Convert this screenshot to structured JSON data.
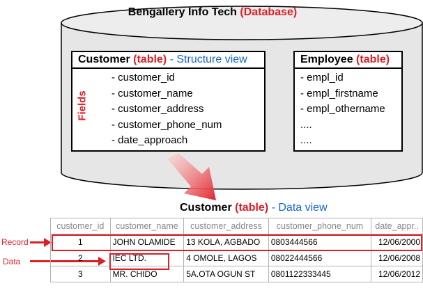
{
  "database": {
    "name": "Bengallery Info Tech",
    "tag": "(Database)"
  },
  "customer_table": {
    "name": "Customer",
    "tag": "(table)",
    "view": "- Structure view",
    "fields": [
      "- customer_id",
      "- customer_name",
      "- customer_address",
      "- customer_phone_num",
      "- date_approach"
    ]
  },
  "fields_label": "Fields",
  "employee_table": {
    "name": "Employee",
    "tag": "(table)",
    "fields": [
      "- empl_id",
      "- empl_firstname",
      "- empl_othername",
      "....",
      "...."
    ]
  },
  "data_view": {
    "name": "Customer",
    "tag": "(table)",
    "view": "- Data view",
    "columns": [
      "customer_id",
      "customer_name",
      "customer_address",
      "customer_phone_num",
      "date_appr.."
    ],
    "rows": [
      [
        "1",
        "JOHN OLAMIDE",
        "13 KOLA, AGBADO",
        "0803444566",
        "12/06/2000"
      ],
      [
        "2",
        "IEC LTD.",
        "4 OMOLE, LAGOS",
        "08022444566",
        "12/06/2008"
      ],
      [
        "3",
        "MR. CHIDO",
        "5A.OTA OGUN ST",
        "0801122333445",
        "12/06/2012"
      ]
    ]
  },
  "labels": {
    "record": "Record",
    "data": "Data"
  },
  "colors": {
    "accent_red": "#dd1f26",
    "accent_blue": "#1566c9",
    "cylinder_fill": "#e6e6e6"
  }
}
